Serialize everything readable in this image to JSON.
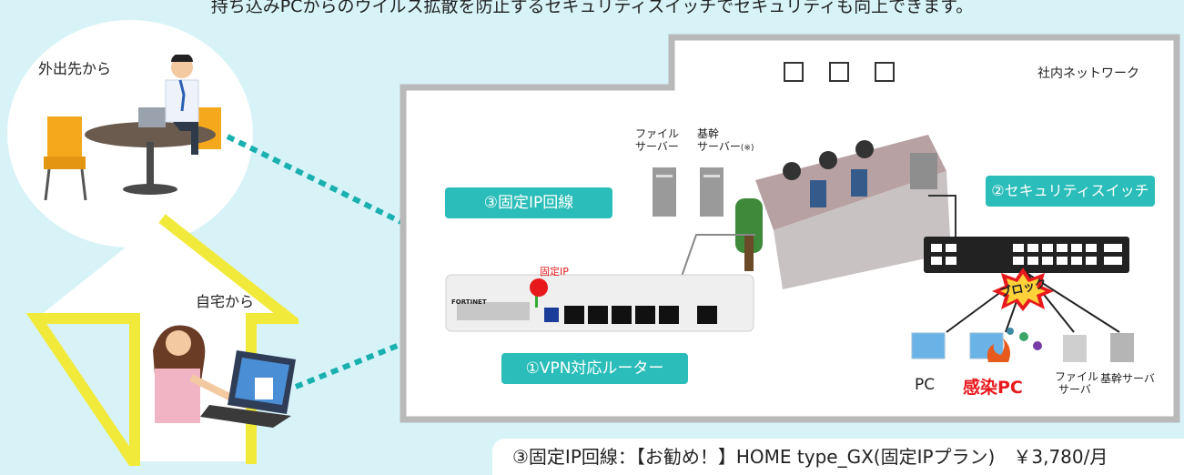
{
  "headline": "持ち込みPCからのウイルス拡散を防止するセキュリティスイッチでセキュリティも向上できます。",
  "locations": {
    "outside": "外出先から",
    "home": "自宅から",
    "office": "社内ネットワーク"
  },
  "labels": {
    "vpn_router": "①VPN対応ルーター",
    "security_switch": "②セキュリティスイッチ",
    "fixed_ip_line": "③固定IP回線",
    "fixed_ip": "固定IP"
  },
  "servers": {
    "file_server_line1": "ファイル",
    "file_server_line2": "サーバー",
    "core_server_line1": "基幹",
    "core_server_line2": "サーバー",
    "core_server_note": "(※)"
  },
  "router_brand": "FORTINET",
  "devices": {
    "pc": "PC",
    "infected_pc": "感染PC",
    "block": "ブロック",
    "file_server_line1": "ファイル",
    "file_server_line2": "サーバ",
    "core_server": "基幹サーバ"
  },
  "bottom_note": "③固定IP回線：【お勧め！】HOME type_GX(固定IPプラン)　￥3,780/月",
  "colors": {
    "teal": "#2bbdb9",
    "background": "#d7f3f8",
    "house": "#f2ea3a",
    "office_border": "#b9b9b9",
    "dotted_line": "#1ab0b0",
    "infected": "#e8191c",
    "fixed_ip_dot": "#e8191c"
  }
}
